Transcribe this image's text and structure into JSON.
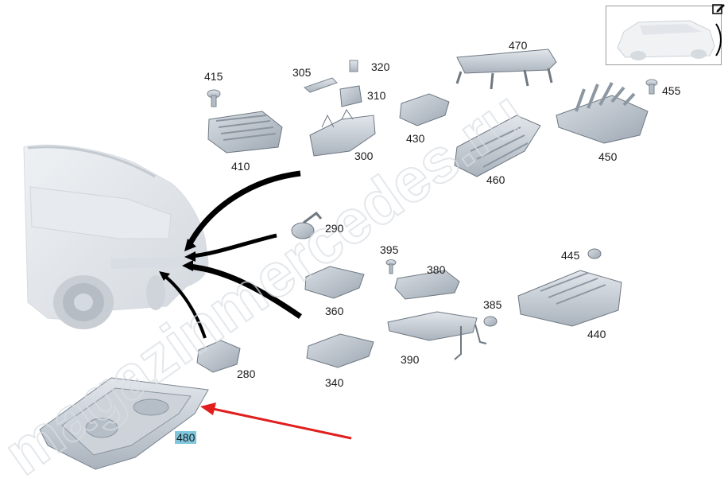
{
  "watermark": "magazinmercedes.ru",
  "icons": {
    "edit": "edit-icon",
    "thumbnail": "vehicle-thumbnail"
  },
  "colors": {
    "highlight": "#7fc6dd",
    "pointer_arrow": "#e01e1e",
    "part_fill": "#c9cfd6"
  },
  "parts": {
    "p415": "415",
    "p305": "305",
    "p320": "320",
    "p310": "310",
    "p470": "470",
    "p410": "410",
    "p300": "300",
    "p430": "430",
    "p455": "455",
    "p450": "450",
    "p460": "460",
    "p290": "290",
    "p395": "395",
    "p380": "380",
    "p445": "445",
    "p360": "360",
    "p385": "385",
    "p440": "440",
    "p390": "390",
    "p280": "280",
    "p340": "340",
    "p480": "480"
  }
}
